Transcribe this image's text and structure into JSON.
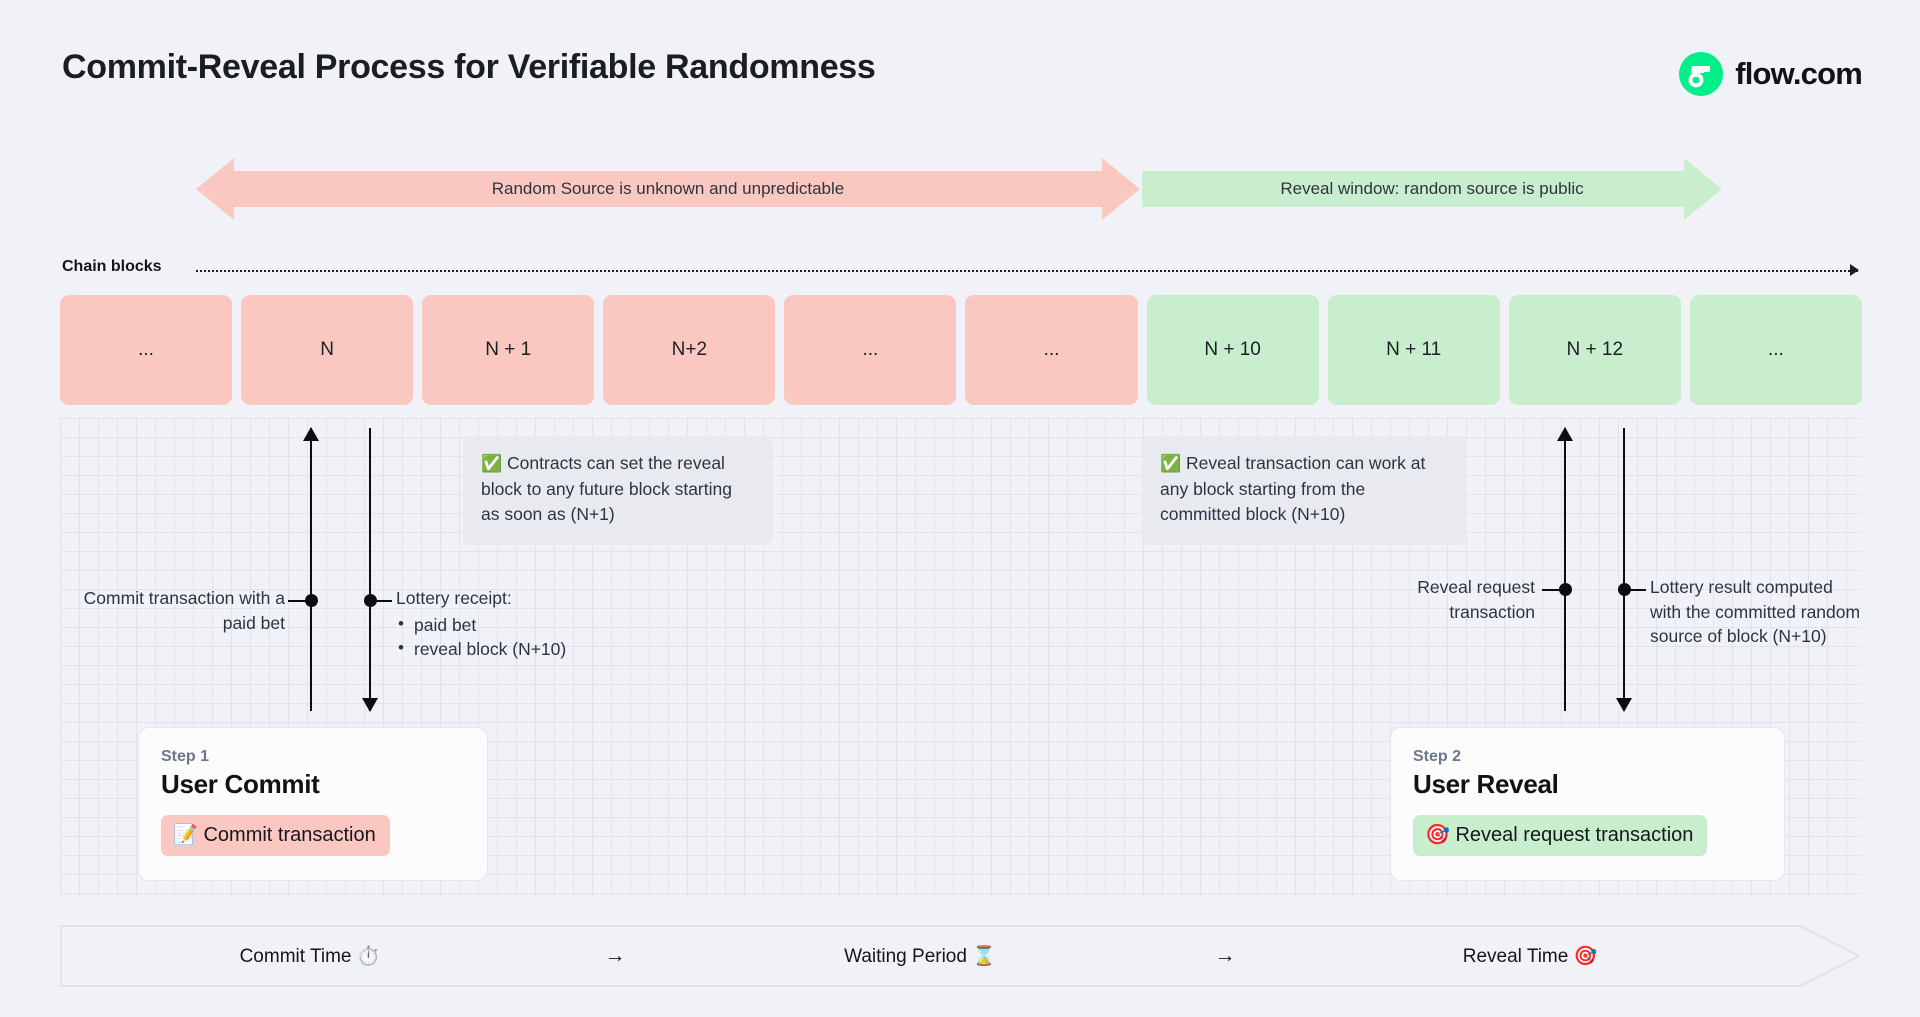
{
  "header": {
    "title": "Commit-Reveal Process for Verifiable Randomness",
    "logo_text": "flow.com",
    "logo_color": "#00ef8b"
  },
  "banners": [
    {
      "id": "unknown",
      "label": "Random Source is unknown and unpredictable",
      "color": "#fac8c0",
      "direction": "both"
    },
    {
      "id": "reveal",
      "label": "Reveal window: random source is public",
      "color": "#c9eecd",
      "direction": "right"
    }
  ],
  "chain": {
    "label": "Chain blocks",
    "blocks": [
      {
        "label": "...",
        "state": "pink"
      },
      {
        "label": "N",
        "state": "pink"
      },
      {
        "label": "N + 1",
        "state": "pink"
      },
      {
        "label": "N+2",
        "state": "pink"
      },
      {
        "label": "...",
        "state": "pink"
      },
      {
        "label": "...",
        "state": "pink"
      },
      {
        "label": "N + 10",
        "state": "green"
      },
      {
        "label": "N + 11",
        "state": "green"
      },
      {
        "label": "N + 12",
        "state": "green"
      },
      {
        "label": "...",
        "state": "green"
      }
    ]
  },
  "callouts": {
    "left": {
      "icon": "✅",
      "text": "Contracts can set the reveal block to any future block starting as soon as (N+1)"
    },
    "right": {
      "icon": "✅",
      "text": "Reveal transaction can work at any block starting from the committed block (N+10)"
    }
  },
  "annotations": {
    "commit": "Commit transaction with a paid bet",
    "receipt_title": "Lottery receipt:",
    "receipt_items": [
      "paid bet",
      "reveal block (N+10)"
    ],
    "reveal_request": "Reveal request transaction",
    "lottery_result": "Lottery result computed with the committed random source of block (N+10)"
  },
  "steps": [
    {
      "kicker": "Step 1",
      "title": "User Commit",
      "pill_icon": "📝",
      "pill_label": "Commit transaction",
      "pill_color": "#fac8c0"
    },
    {
      "kicker": "Step 2",
      "title": "User Reveal",
      "pill_icon": "🎯",
      "pill_label": "Reveal request transaction",
      "pill_color": "#c9eecd"
    }
  ],
  "timeline": {
    "segments": [
      "Commit Time ⏱️",
      "Waiting Period ⌛",
      "Reveal Time 🎯"
    ],
    "separator": "→"
  }
}
